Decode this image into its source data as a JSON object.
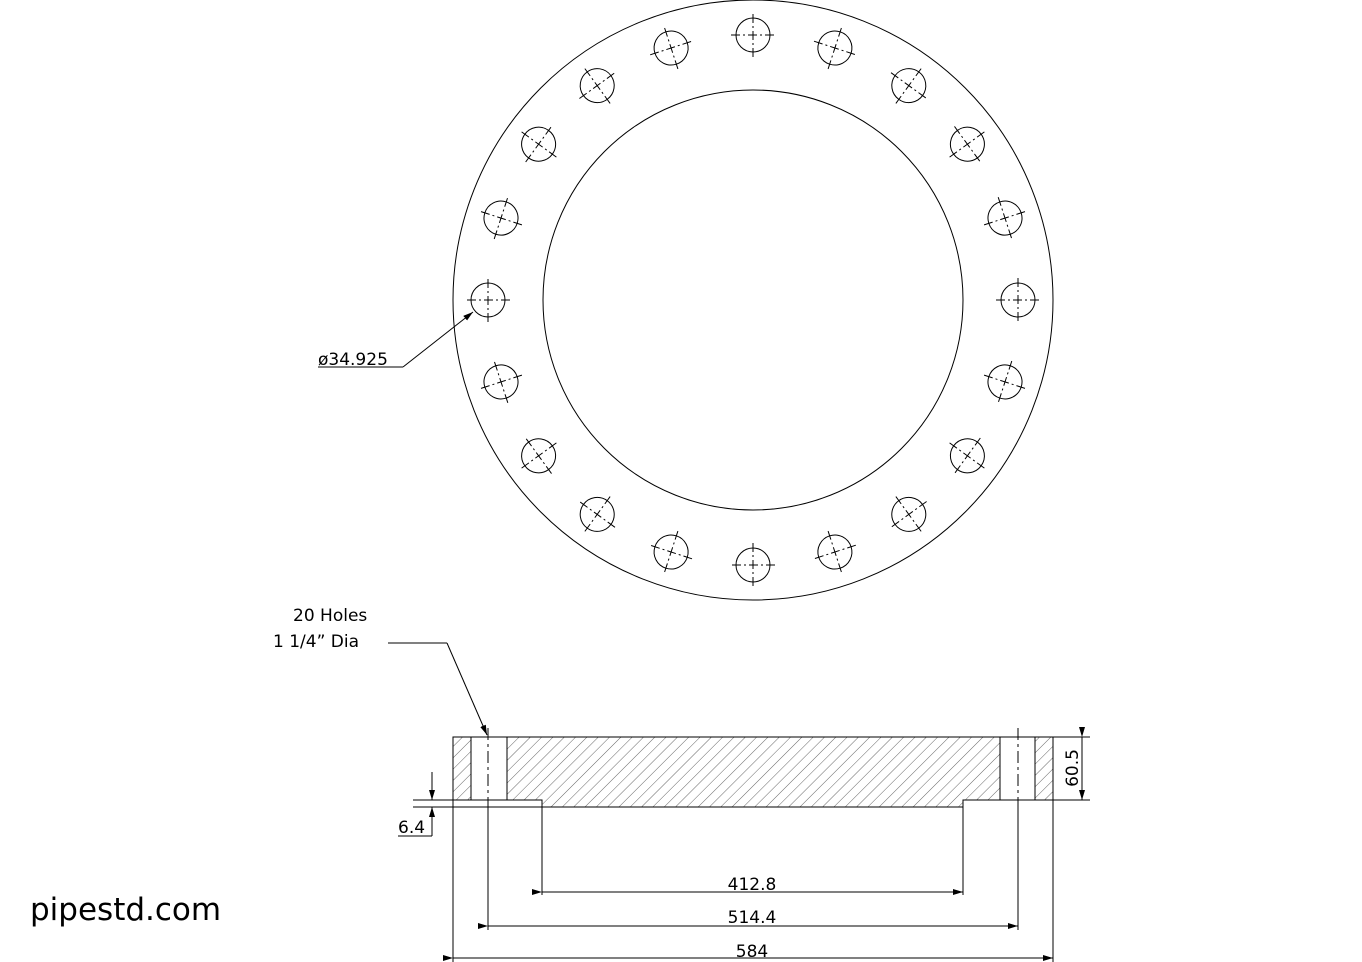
{
  "diagram": {
    "plan_view": {
      "bolt_hole_count": 20,
      "hole_diameter_label": "ø34.925"
    },
    "section_view": {
      "hole_note_line1": "20 Holes",
      "hole_note_line2": "1 1/4” Dia",
      "dim_thickness": "60.5",
      "dim_raised_face": "6.4",
      "dim_raised_face_dia": "412.8",
      "dim_bolt_circle": "514.4",
      "dim_outer_dia": "584"
    },
    "watermark": "pipestd.com"
  }
}
